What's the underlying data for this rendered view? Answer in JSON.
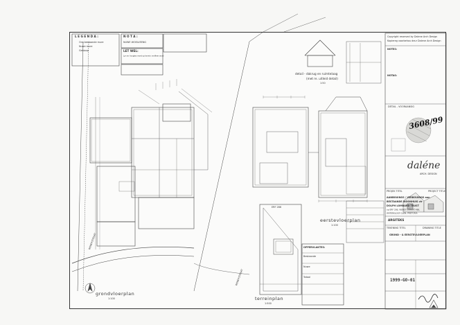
{
  "legend": {
    "title": "L E G E N D A :",
    "lines": [
      "Ons bestaande mure",
      "Nuwe mure",
      "Gesloop"
    ]
  },
  "notes_box": {
    "title": "N O T A :",
    "line1": "NUWE WOELVEENG",
    "lift_title": "LET WEL:",
    "lift_line": "Lyn en hoogtes moet op terrein verifieer word"
  },
  "detail": {
    "title": "detail - dakrug en ruimtelaag",
    "subtitle": "(met re. uitleid detail)",
    "scale": "1:50"
  },
  "copyright": {
    "line1": "Copyright reserved by Dalene Arch Design",
    "line2": "Kopiereg voorbehou deur Dalene Arch Design",
    "notes_title": "NOTES:",
    "notas_title": "NOTAS:"
  },
  "stamp": {
    "handwritten": "3608/99",
    "caption": "DETAIL - VOORAANSIG"
  },
  "logo": {
    "brand": "daléne",
    "sub": "ARCH. DESIGN"
  },
  "project": {
    "header_left": "PROJEK TITEL",
    "header_right": "PROJECT TITLE",
    "title_line1": "AANBOUINGS / VERBOUINGS aan",
    "title_line2": "BESTAANDE WOONHUIS vir",
    "title_line3": "DOLPH LOMBARD TRUST",
    "title_line4": "op ERF 286, WENDY STRAAT 486,",
    "title_line5": "WATERKLOOF GLEN, PRETORIA"
  },
  "roles": {
    "label": "ARGITEKS",
    "drawing_title_left": "TEKENING TITEL",
    "drawing_title_right": "DRAWING TITLE",
    "drawing_title": "GROND - & EERSTEVLOERPLAN"
  },
  "drawing_number": "1999-GO-01",
  "plans": {
    "ground": "grondvloerplan",
    "ground_scale": "1:100",
    "first": "eerstevloerplan",
    "first_scale": "1:100",
    "site": "terreinplan",
    "site_scale": "1:500",
    "erf": "ERF 286",
    "street": "WENDYSTRAAT",
    "street2": "WENDYSTRAAT"
  },
  "areas_box": {
    "title": "OPPERVLAKTES:",
    "rows": [
      "Bestaande",
      "Nuwe",
      "Totaal"
    ]
  }
}
